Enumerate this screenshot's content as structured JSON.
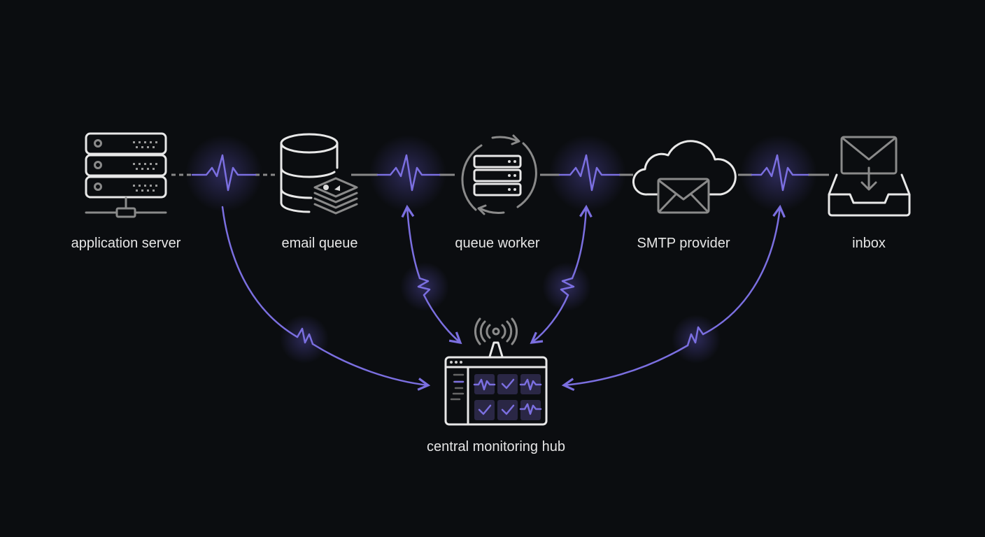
{
  "nodes": [
    {
      "label": "application server",
      "icon": "server-rack-icon"
    },
    {
      "label": "email queue",
      "icon": "database-queue-icon"
    },
    {
      "label": "queue worker",
      "icon": "sync-server-icon"
    },
    {
      "label": "SMTP provider",
      "icon": "cloud-mail-icon"
    },
    {
      "label": "inbox",
      "icon": "inbox-tray-icon"
    }
  ],
  "hub": {
    "label": "central monitoring hub",
    "icon": "monitoring-dashboard-icon"
  },
  "colors": {
    "background": "#0b0d10",
    "accent": "#7b6fe0",
    "icon": "#e8e8e8",
    "muted": "#8a8a8a"
  }
}
